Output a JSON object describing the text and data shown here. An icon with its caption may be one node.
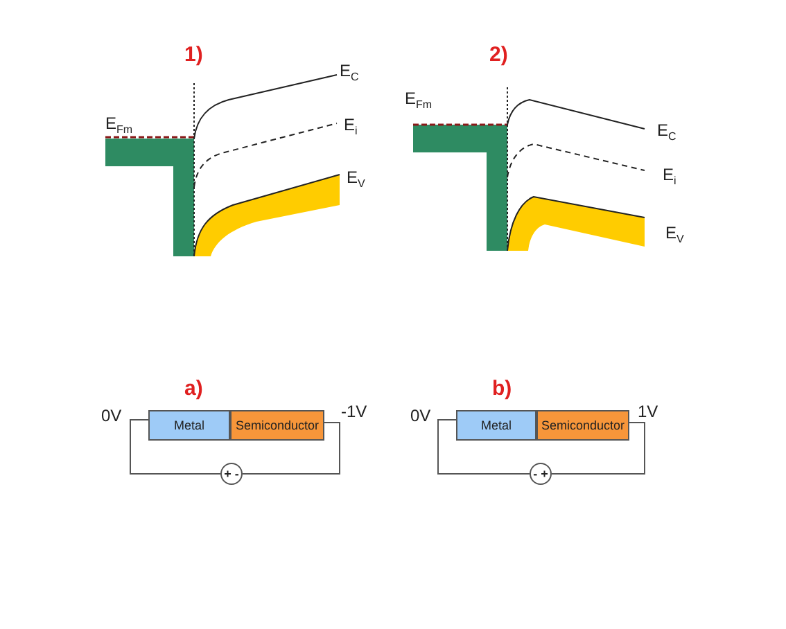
{
  "diagram": {
    "nodes": [
      {
        "text": [
          "Metal"
        ]
      },
      {
        "text": [
          "Semiconductor"
        ]
      },
      {
        "text": [
          "+ -"
        ]
      },
      {
        "text": [
          "Metal"
        ]
      },
      {
        "text": [
          "Semiconductor"
        ]
      },
      {
        "text": [
          "- +"
        ]
      }
    ],
    "edges": [
      {
        "from": 0,
        "to": 2,
        "arrow": "none"
      },
      {
        "from": 2,
        "to": 1,
        "arrow": "none"
      },
      {
        "from": 3,
        "to": 5,
        "arrow": "none"
      },
      {
        "from": 5,
        "to": 4,
        "arrow": "none"
      }
    ],
    "labels": [
      "1)",
      "E$_{C}$",
      "E$_{Fm}$",
      "E$_{i}$",
      "E$_{V}$",
      "2)",
      "E$_{Fm}$",
      "E$_{C}$",
      "E$_{i}$",
      "E$_{V}$",
      "a)",
      "0V",
      "-1V",
      "b)",
      "0V",
      "1V"
    ]
  }
}
